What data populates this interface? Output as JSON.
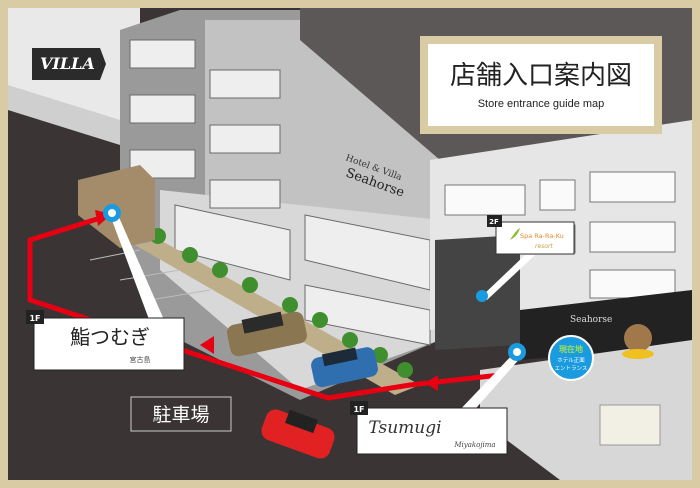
{
  "colors": {
    "frame": "#d9cba3",
    "asphalt": "#3a3534",
    "route": "#e60012",
    "marker": "#1a9be0",
    "current": "#9ee05a"
  },
  "villa_label": "VILLA",
  "title": {
    "jp": "店舗入口案内図",
    "en": "Store entrance guide map"
  },
  "hotel_sign": {
    "line1": "Hotel & Villa",
    "line2": "Seahorse"
  },
  "canopy_sign": "Seahorse",
  "spa": {
    "floor": "2F",
    "name": "Spa Ra-Ra-Ku",
    "sub": "resort"
  },
  "sushi": {
    "floor": "1F",
    "name": "鮨つむぎ",
    "sub": "宮古島"
  },
  "tsumugi": {
    "floor": "1F",
    "name": "Tsumugi",
    "sub": "Miyakojima"
  },
  "parking": "駐車場",
  "current_location": {
    "title": "現在地",
    "line1": "ホテル正面",
    "line2": "エントランス"
  }
}
